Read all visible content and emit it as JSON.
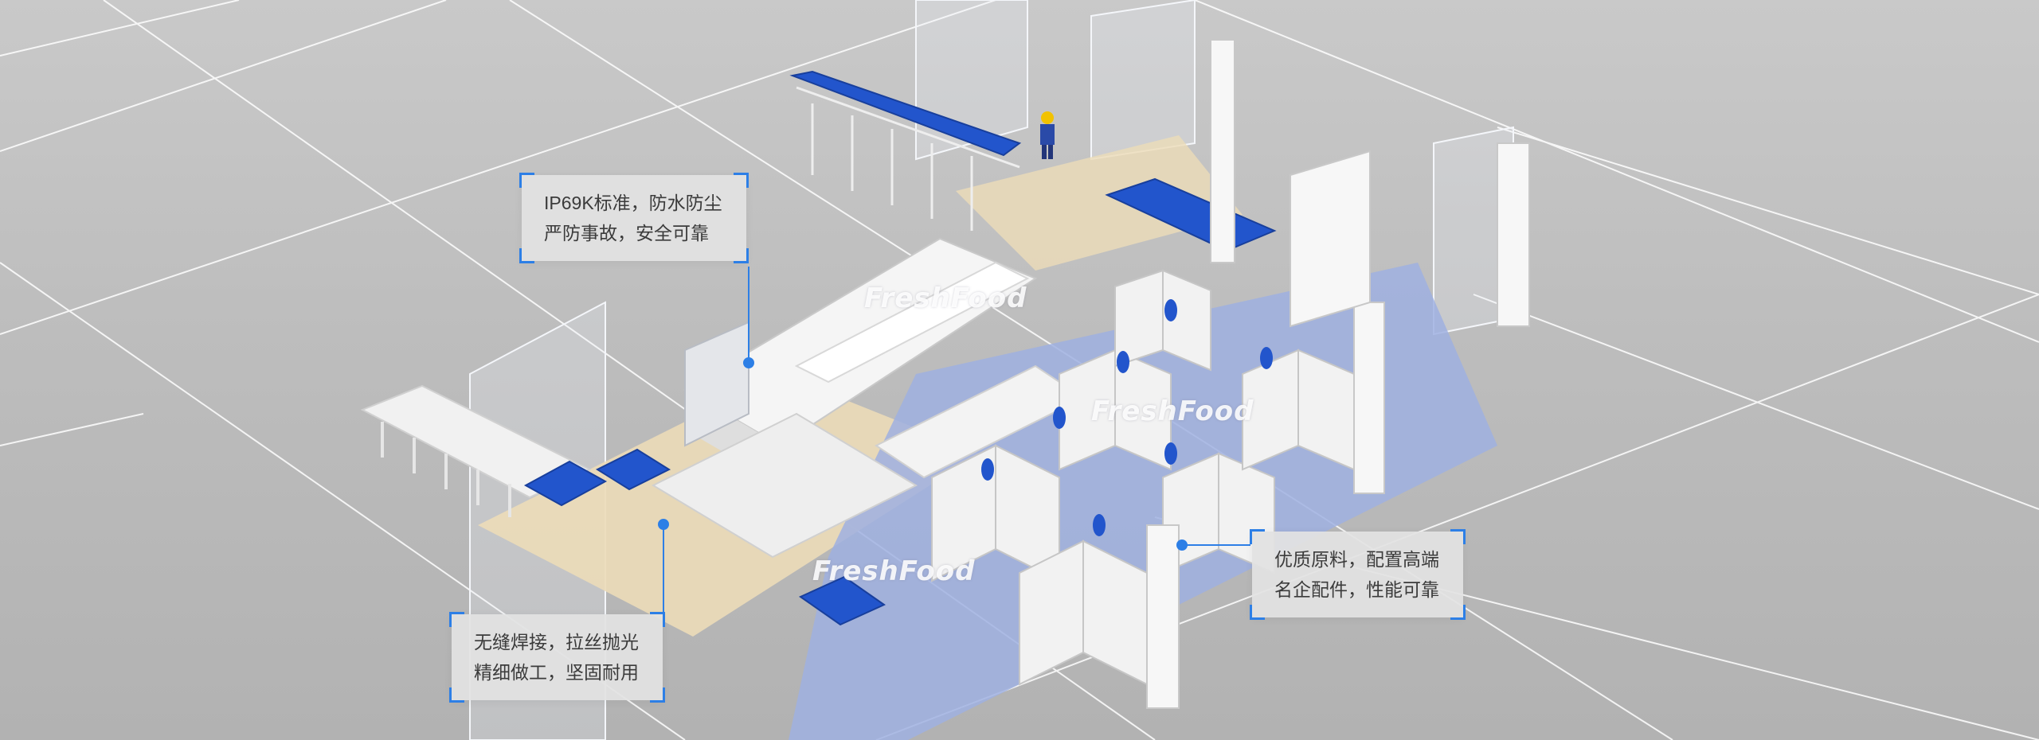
{
  "callouts": [
    {
      "line1": "IP69K标准，防水防尘",
      "line2": "严防事故，安全可靠"
    },
    {
      "line1": "优质原料，配置高端",
      "line2": "名企配件，性能可靠"
    },
    {
      "line1": "无缝焊接，拉丝抛光",
      "line2": "精细做工，坚固耐用"
    }
  ],
  "watermarks": [
    "FreshFood",
    "FreshFood",
    "FreshFood"
  ],
  "colors": {
    "background": "#bdbdbd",
    "accent_blue": "#2255cc",
    "callout_bracket": "#2d7fe6",
    "floor_blue": "#9fb0e0",
    "floor_beige": "#ecdcb8"
  }
}
